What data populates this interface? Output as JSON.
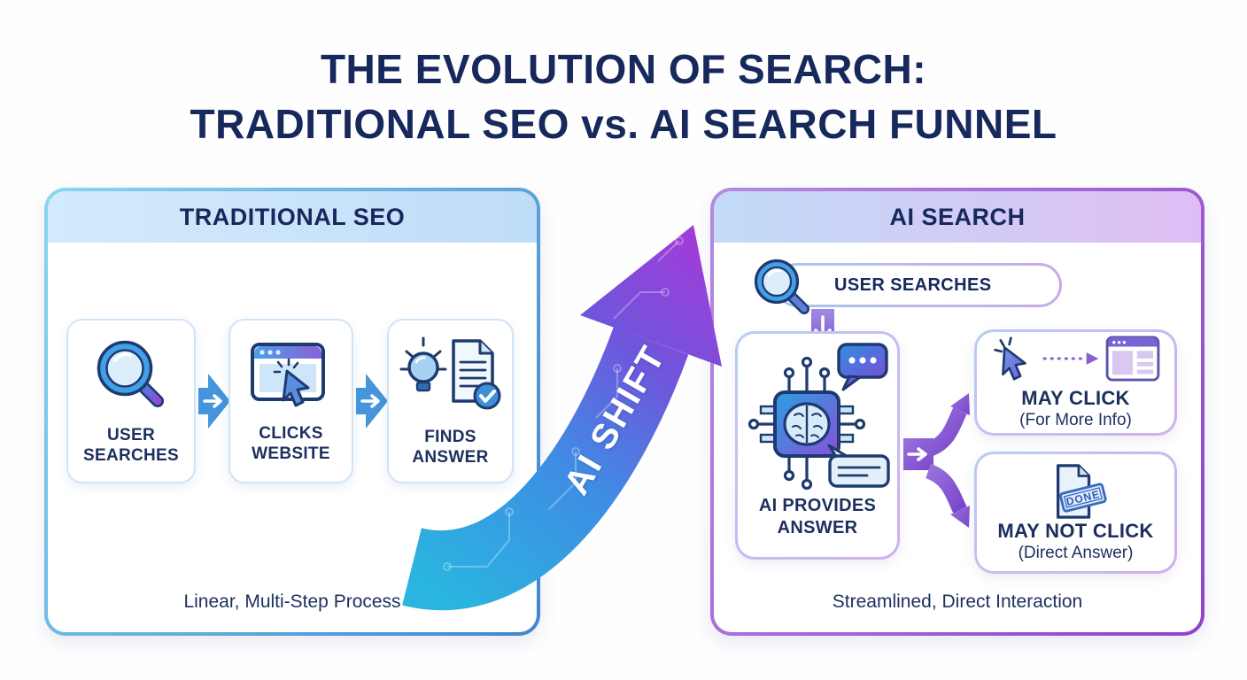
{
  "title": {
    "line1": "THE EVOLUTION OF SEARCH:",
    "line2": "TRADITIONAL SEO vs. AI SEARCH FUNNEL"
  },
  "traditional": {
    "header": "TRADITIONAL SEO",
    "steps": [
      {
        "label": "USER SEARCHES",
        "icon": "magnifier-icon"
      },
      {
        "label": "CLICKS WEBSITE",
        "icon": "browser-click-icon"
      },
      {
        "label": "FINDS ANSWER",
        "icon": "bulb-document-icon"
      }
    ],
    "caption": "Linear, Multi-Step Process"
  },
  "shift": {
    "label": "AI SHIFT"
  },
  "ai": {
    "header": "AI SEARCH",
    "search_label": "USER SEARCHES",
    "answer_label": "AI PROVIDES ANSWER",
    "outcomes": [
      {
        "title": "MAY CLICK",
        "subtitle": "(For More Info)"
      },
      {
        "title": "MAY NOT CLICK",
        "subtitle": "(Direct Answer)"
      }
    ],
    "stamp": "DONE",
    "caption": "Streamlined, Direct Interaction"
  },
  "colors": {
    "navy_text": "#16285c",
    "step_arrow_blue": "#4495dc",
    "purple_accent": "#8a5fd0",
    "shift_gradient_start": "#2ab4e0",
    "shift_gradient_end": "#a33ad8",
    "left_border_gradient": [
      "#8ad6ef",
      "#3f86cf"
    ],
    "right_border_gradient": [
      "#b48be0",
      "#9340cd"
    ]
  }
}
